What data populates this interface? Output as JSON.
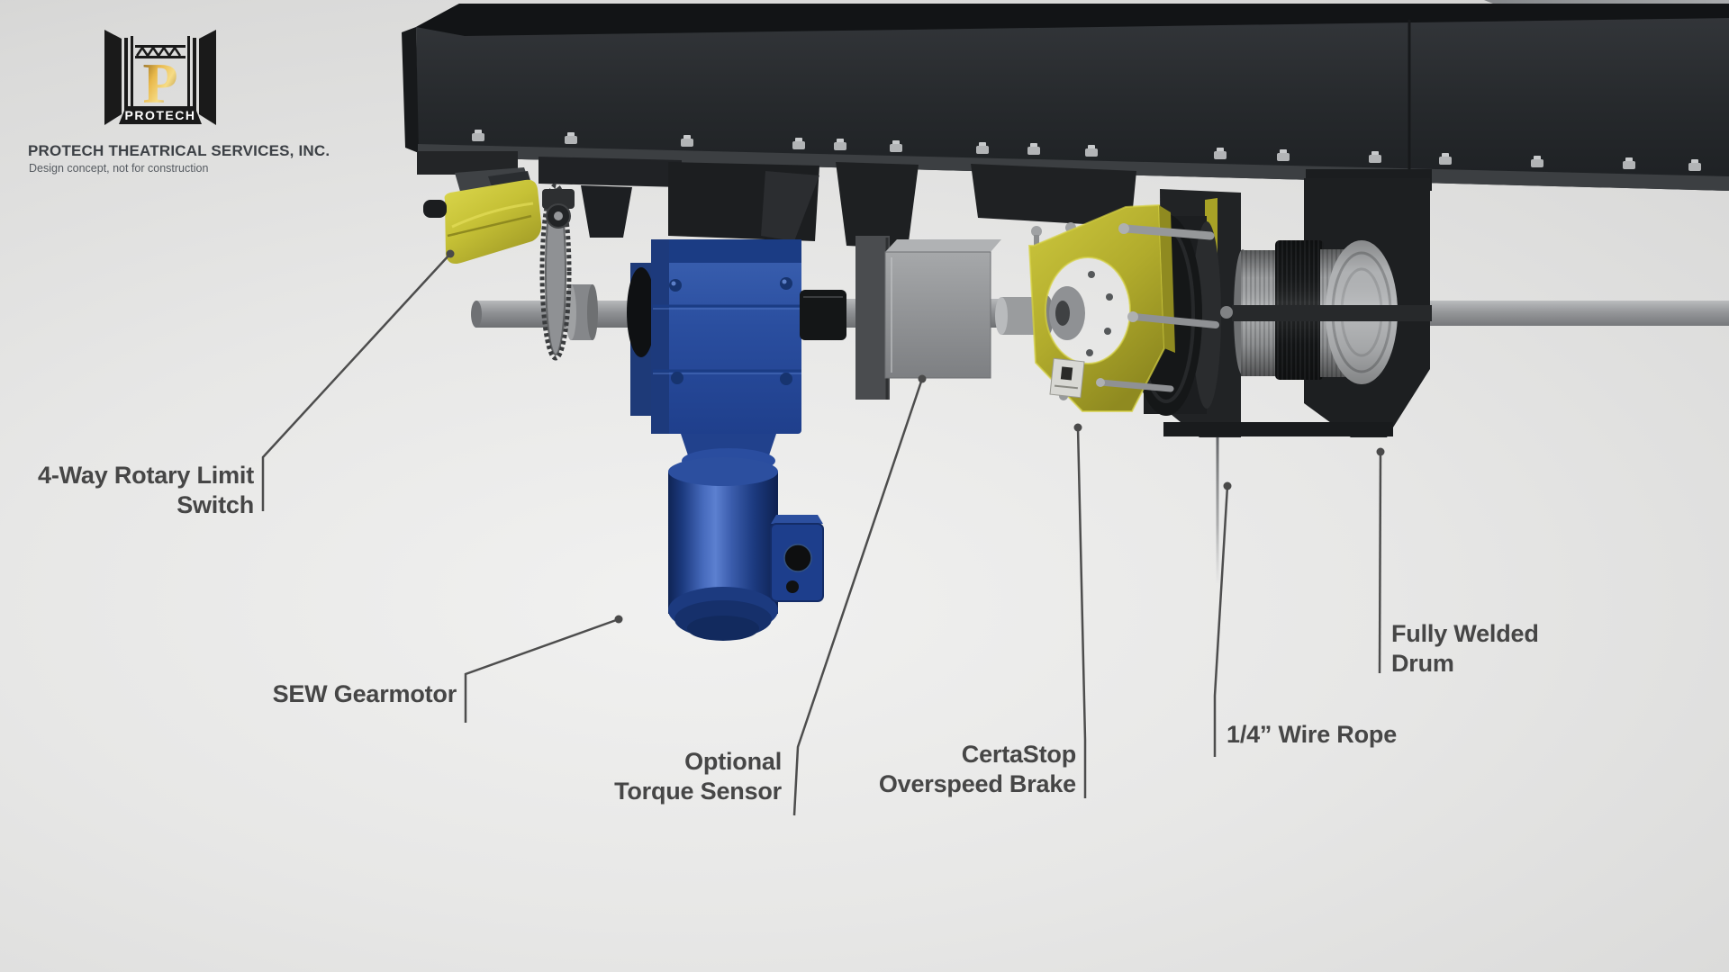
{
  "branding": {
    "logo_text": "PROTECH",
    "company_name": "PROTECH THEATRICAL SERVICES, INC.",
    "tagline": "Design concept, not for construction"
  },
  "callouts": {
    "limit_switch": {
      "line1": "4-Way Rotary Limit",
      "line2": "Switch"
    },
    "gearmotor": {
      "line1": "SEW Gearmotor"
    },
    "torque_sensor": {
      "line1": "Optional",
      "line2": "Torque Sensor"
    },
    "overspeed_brake": {
      "line1": "CertaStop",
      "line2": "Overspeed Brake"
    },
    "wire_rope": {
      "line1": "1/4” Wire Rope"
    },
    "drum": {
      "line1": "Fully Welded",
      "line2": "Drum"
    }
  },
  "colors": {
    "background_gray": "#e7e7e6",
    "steel_black": "#232528",
    "machine_blue": "#2a4e9f",
    "safety_yellow": "#c6c136",
    "shaft_gray": "#939598",
    "label_text": "#464646",
    "logo_gold": "#c89030"
  }
}
